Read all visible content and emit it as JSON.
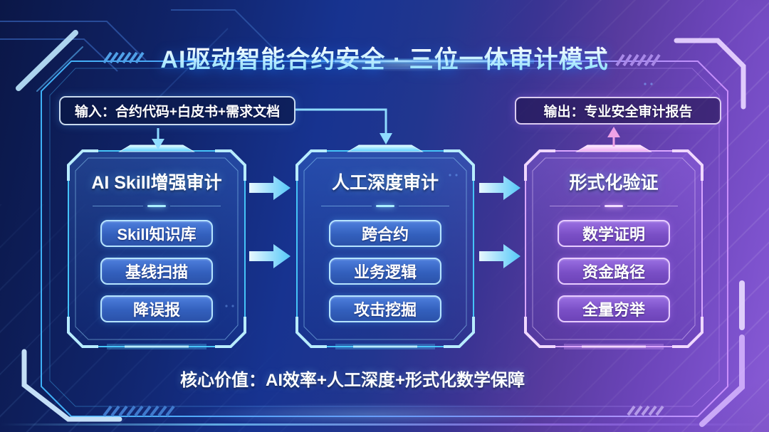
{
  "title": "AI驱动智能合约安全 · 三位一体审计模式",
  "input_box": {
    "label": "输入：合约代码+白皮书+需求文档"
  },
  "output_box": {
    "label": "输出：专业安全审计报告"
  },
  "panels": [
    {
      "title": "AI Skill增强审计",
      "items": [
        "Skill知识库",
        "基线扫描",
        "降误报"
      ]
    },
    {
      "title": "人工深度审计",
      "items": [
        "跨合约",
        "业务逻辑",
        "攻击挖掘"
      ]
    },
    {
      "title": "形式化验证",
      "items": [
        "数学证明",
        "资金路径",
        "全量穷举"
      ]
    }
  ],
  "footer": {
    "label": "核心价值：AI效率+人工深度+形式化数学保障"
  },
  "colors": {
    "background_navy": "#0b1747",
    "background_purple": "#7d52cd",
    "panel_blue_border": "#45c4f8",
    "panel_purple_border": "#d9a6ff",
    "chip_blue_fill": "#3360bd",
    "chip_purple_fill": "#7a4fc6",
    "arrow_cyan": "#8fdcff",
    "arrow_pink": "#f0a2e6",
    "title_gradient_top": "#ffffff",
    "title_gradient_bottom": "#8fe0ff"
  }
}
